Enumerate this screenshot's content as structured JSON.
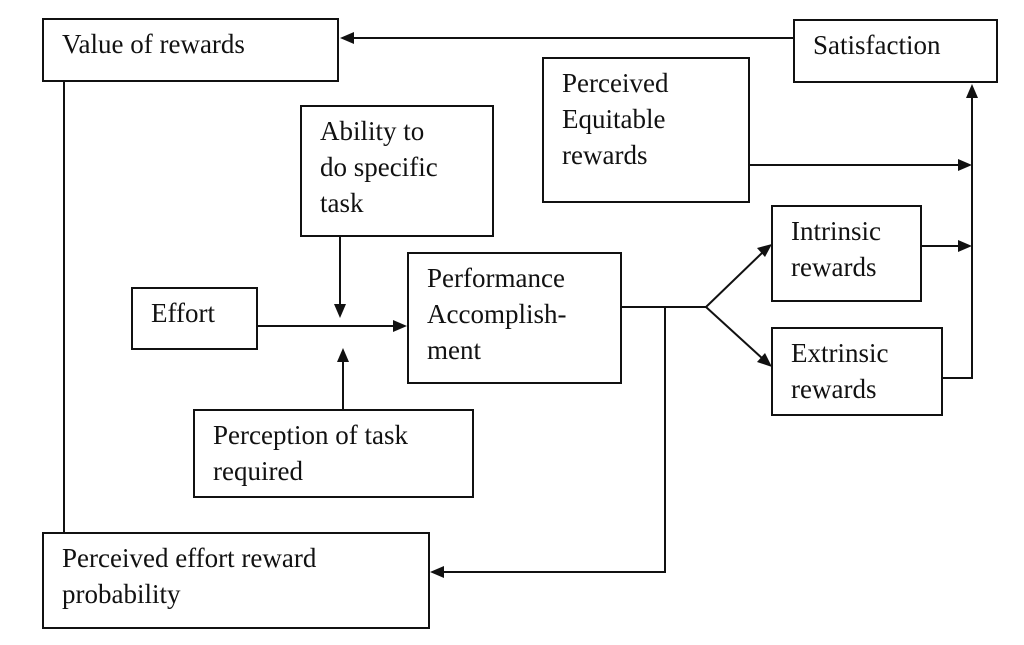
{
  "diagram": {
    "nodes": {
      "value_of_rewards": [
        "Value of rewards"
      ],
      "satisfaction": [
        "Satisfaction"
      ],
      "perceived_equitable_rewards": [
        "Perceived",
        "Equitable",
        "rewards"
      ],
      "ability": [
        "Ability to",
        "do specific",
        "task"
      ],
      "intrinsic_rewards": [
        "Intrinsic",
        "rewards"
      ],
      "performance": [
        "Performance",
        "Accomplish-",
        "ment"
      ],
      "effort": [
        "Effort"
      ],
      "extrinsic_rewards": [
        "Extrinsic",
        "rewards"
      ],
      "perception_of_task": [
        "Perception of task",
        "required"
      ],
      "perceived_effort_reward": [
        "Perceived effort reward",
        "probability"
      ]
    }
  }
}
